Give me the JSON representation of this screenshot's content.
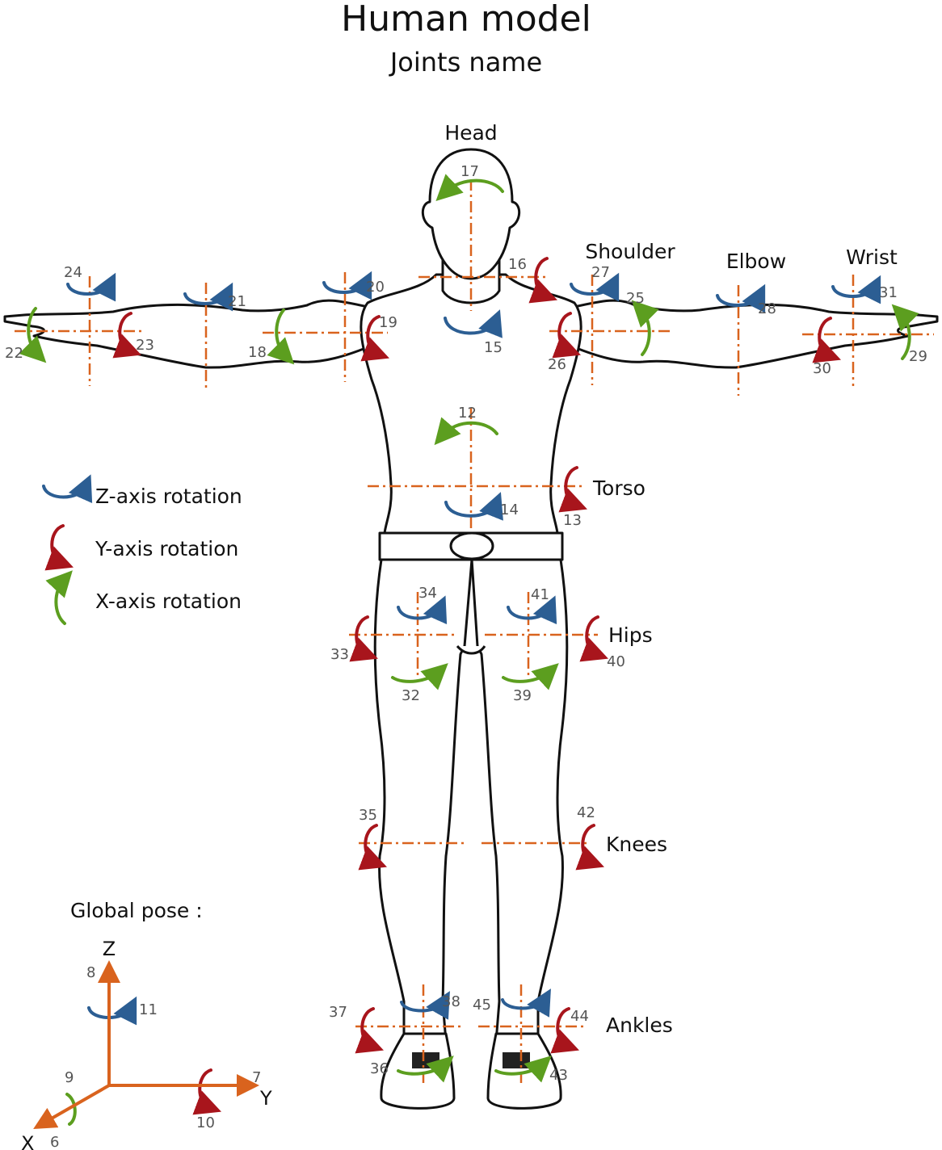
{
  "title": "Human model",
  "subtitle": "Joints name",
  "colors": {
    "z": "#2c5e93",
    "y": "#a8151c",
    "x": "#5c9e1f",
    "axis": "#d9631e"
  },
  "parts": {
    "head": "Head",
    "shoulder": "Shoulder",
    "elbow": "Elbow",
    "wrist": "Wrist",
    "torso": "Torso",
    "hips": "Hips",
    "knees": "Knees",
    "ankles": "Ankles"
  },
  "legend": {
    "z": "Z-axis rotation",
    "y": "Y-axis rotation",
    "x": "X-axis rotation"
  },
  "global_pose": {
    "label": "Global pose :",
    "z_axis": "Z",
    "y_axis": "Y",
    "x_axis": "X"
  },
  "joints": [
    {
      "id": "6",
      "axis": "x-translation"
    },
    {
      "id": "7",
      "axis": "y-translation"
    },
    {
      "id": "8",
      "axis": "z-translation"
    },
    {
      "id": "9",
      "axis": "x"
    },
    {
      "id": "10",
      "axis": "y"
    },
    {
      "id": "11",
      "axis": "z"
    },
    {
      "id": "12",
      "axis": "x"
    },
    {
      "id": "13",
      "axis": "y"
    },
    {
      "id": "14",
      "axis": "z"
    },
    {
      "id": "15",
      "axis": "z"
    },
    {
      "id": "16",
      "axis": "y"
    },
    {
      "id": "17",
      "axis": "x"
    },
    {
      "id": "18",
      "axis": "x"
    },
    {
      "id": "19",
      "axis": "y"
    },
    {
      "id": "20",
      "axis": "z"
    },
    {
      "id": "21",
      "axis": "z"
    },
    {
      "id": "22",
      "axis": "x"
    },
    {
      "id": "23",
      "axis": "y"
    },
    {
      "id": "24",
      "axis": "z"
    },
    {
      "id": "25",
      "axis": "x"
    },
    {
      "id": "26",
      "axis": "y"
    },
    {
      "id": "27",
      "axis": "z"
    },
    {
      "id": "28",
      "axis": "z"
    },
    {
      "id": "29",
      "axis": "x"
    },
    {
      "id": "30",
      "axis": "y"
    },
    {
      "id": "31",
      "axis": "z"
    },
    {
      "id": "32",
      "axis": "x"
    },
    {
      "id": "33",
      "axis": "y"
    },
    {
      "id": "34",
      "axis": "z"
    },
    {
      "id": "35",
      "axis": "y"
    },
    {
      "id": "36",
      "axis": "x"
    },
    {
      "id": "37",
      "axis": "y"
    },
    {
      "id": "38",
      "axis": "z"
    },
    {
      "id": "39",
      "axis": "x"
    },
    {
      "id": "40",
      "axis": "y"
    },
    {
      "id": "41",
      "axis": "z"
    },
    {
      "id": "42",
      "axis": "y"
    },
    {
      "id": "43",
      "axis": "x"
    },
    {
      "id": "44",
      "axis": "y"
    },
    {
      "id": "45",
      "axis": "z"
    }
  ]
}
